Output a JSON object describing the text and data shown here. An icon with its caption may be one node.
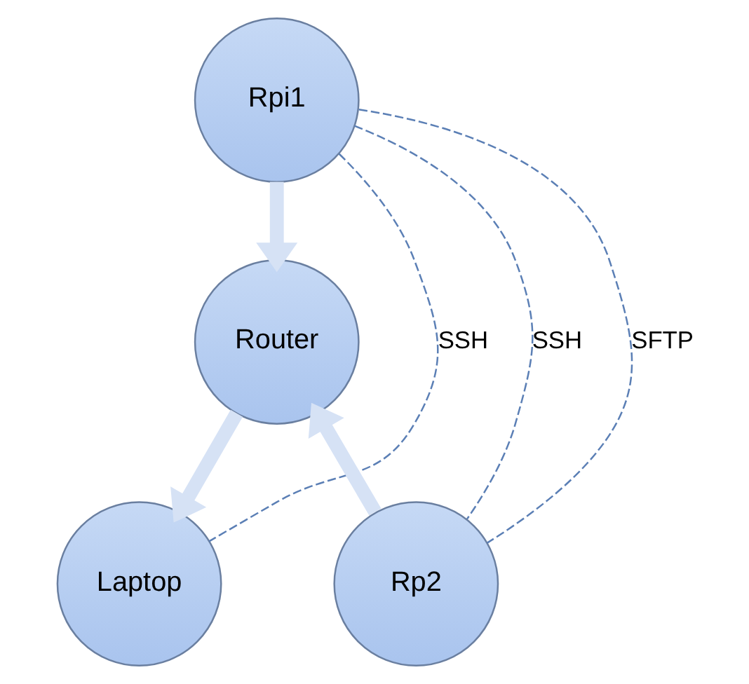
{
  "diagram": {
    "nodes": [
      {
        "text": [
          "Rpi1"
        ]
      },
      {
        "text": [
          "Router"
        ]
      },
      {
        "text": [
          "Laptop"
        ]
      },
      {
        "text": [
          "Rp2"
        ]
      }
    ],
    "edges": [
      {
        "from": 0,
        "to": 1,
        "arrow": "to",
        "style": "thick"
      },
      {
        "from": 1,
        "to": 2,
        "arrow": "to",
        "style": "thick"
      },
      {
        "from": 3,
        "to": 1,
        "arrow": "to",
        "style": "thick"
      },
      {
        "from": 0,
        "to": 2,
        "arrow": "none",
        "style": "dashed",
        "color": "#5b7fb5",
        "label": "SSH"
      },
      {
        "from": 0,
        "to": 3,
        "arrow": "none",
        "style": "dashed",
        "color": "#5b7fb5",
        "label": "SSH"
      },
      {
        "from": 0,
        "to": 3,
        "arrow": "none",
        "style": "dashed",
        "color": "#5b7fb5",
        "label": "SFTP"
      }
    ]
  }
}
